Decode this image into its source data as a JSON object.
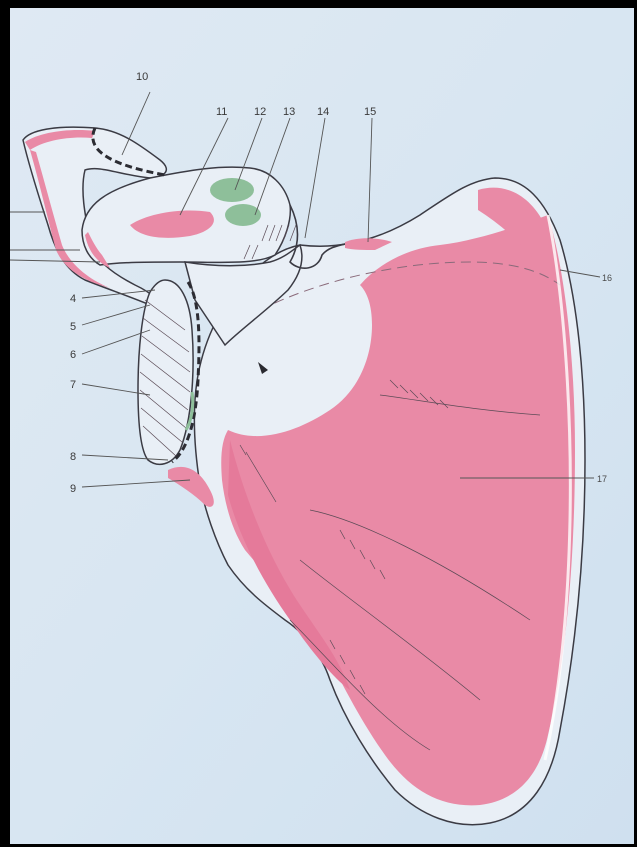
{
  "labels": {
    "l4": "4",
    "l5": "5",
    "l6": "6",
    "l7": "7",
    "l8": "8",
    "l9": "9",
    "l10": "10",
    "l11": "11",
    "l12": "12",
    "l13": "13",
    "l14": "14",
    "l15": "15",
    "l16": "16",
    "l17": "17"
  },
  "colors": {
    "muscle_attachment": "#e98aa6",
    "ligament_attachment": "#8ebf9a",
    "bone": "#e9eff6",
    "paper": "#dbe8f3"
  }
}
